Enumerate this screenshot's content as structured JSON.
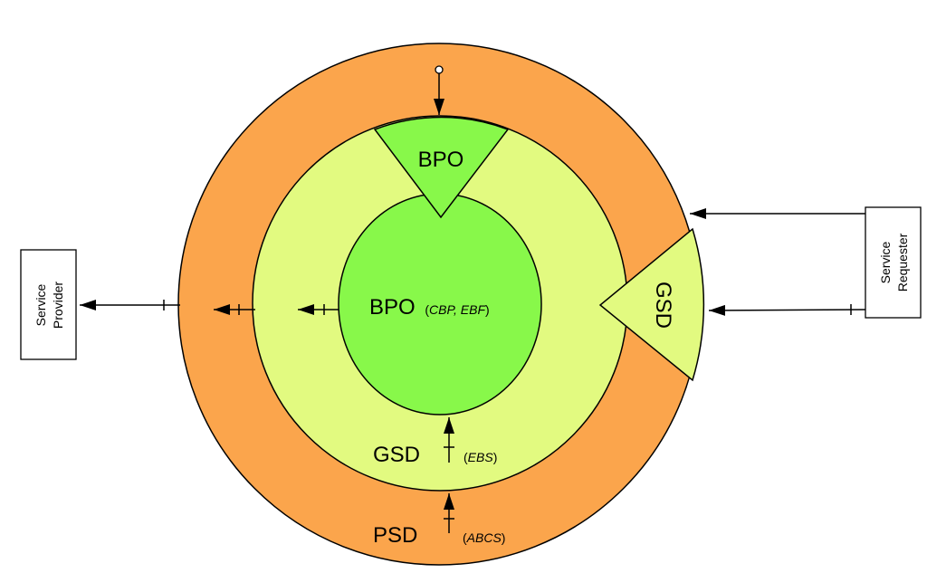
{
  "colors": {
    "psd": "#FBA54C",
    "gsd": "#E2FA80",
    "bpo": "#88F84A",
    "stroke": "#000000"
  },
  "labels": {
    "bpo_top": "BPO",
    "bpo_core": "BPO",
    "bpo_core_sub": "(CBP, EBF)",
    "bpo_core_sub_open": "(",
    "bpo_core_sub_italic": "CBP, EBF",
    "bpo_core_sub_close": ")",
    "gsd_ring": "GSD",
    "gsd_ring_sub_open": "(",
    "gsd_ring_sub_italic": "EBS",
    "gsd_ring_sub_close": ")",
    "psd_ring": "PSD",
    "psd_ring_sub_open": "(",
    "psd_ring_sub_italic": "ABCS",
    "psd_ring_sub_close": ")",
    "gsd_wedge": "GSD",
    "service_provider_1": "Service",
    "service_provider_2": "Provider",
    "service_requester_1": "Service",
    "service_requester_2": "Requester"
  }
}
